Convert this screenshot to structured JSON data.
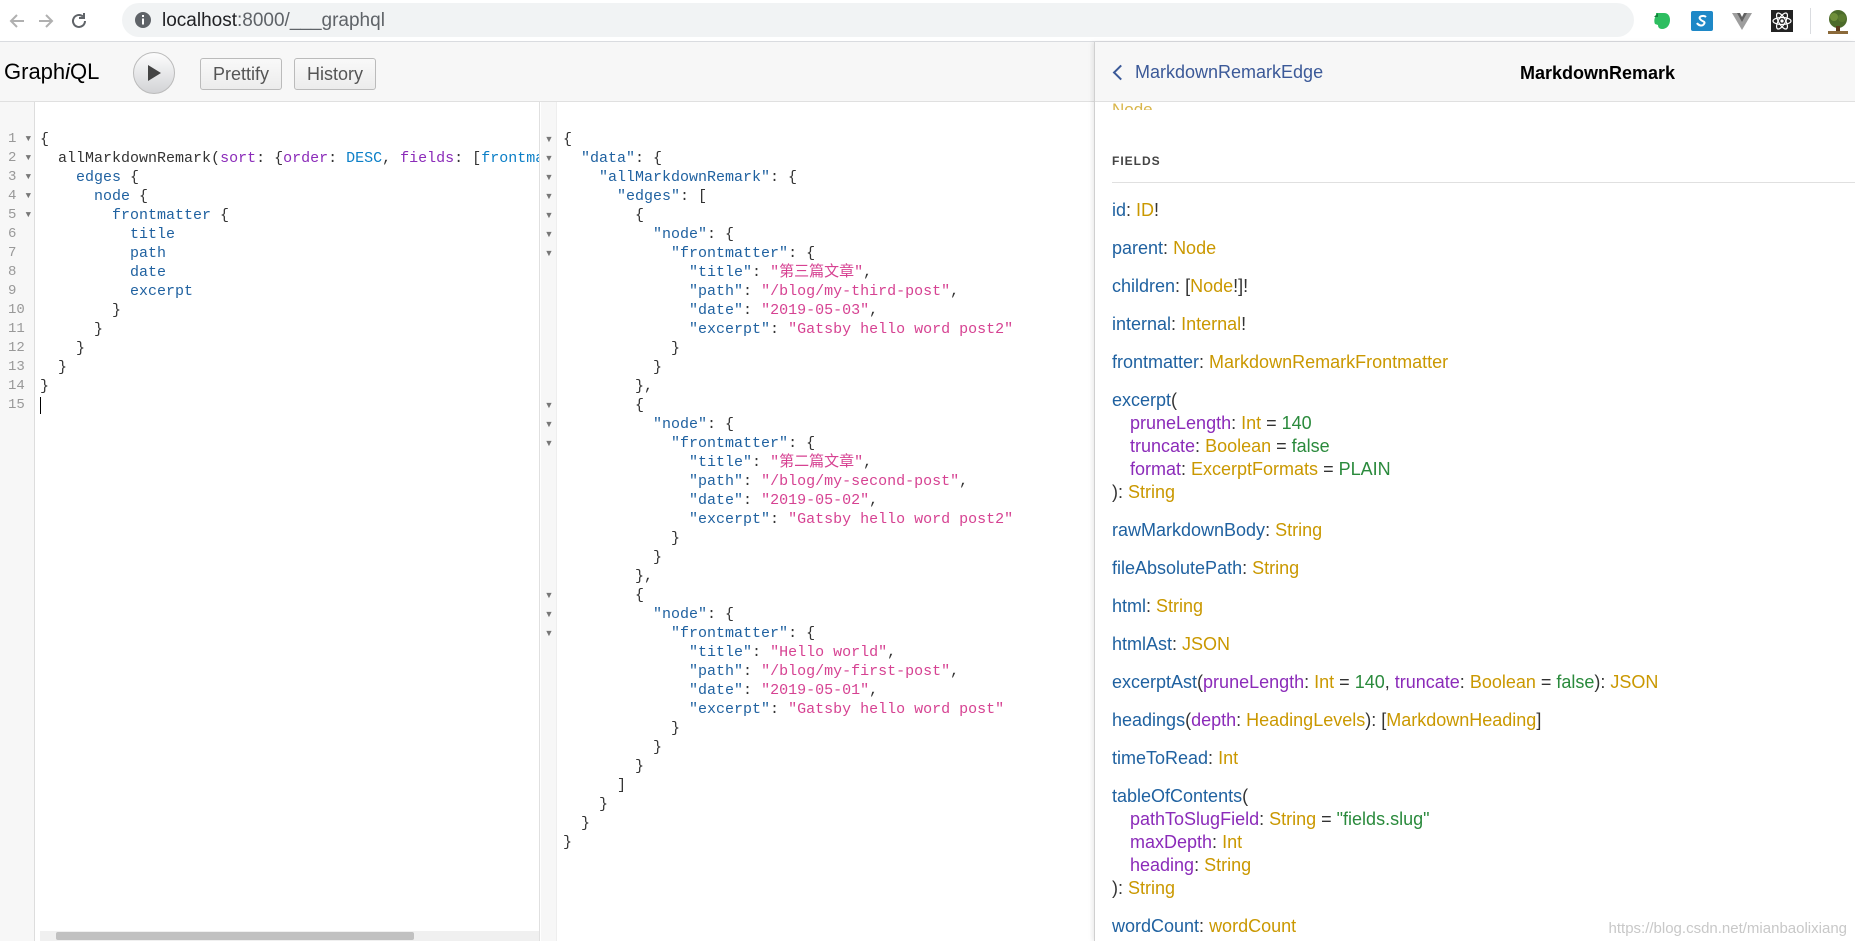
{
  "browser": {
    "url_host": "localhost",
    "url_rest": ":8000/___graphql",
    "icons": [
      "back-icon",
      "forward-icon",
      "reload-icon",
      "info-icon",
      "evernote-icon",
      "s-extension-icon",
      "vue-devtools-icon",
      "react-devtools-icon",
      "avatar-icon"
    ]
  },
  "toolbar": {
    "title_prefix": "Graph",
    "title_italic": "i",
    "title_suffix": "QL",
    "prettify_label": "Prettify",
    "history_label": "History"
  },
  "query_lines": [
    "{",
    "  allMarkdownRemark(sort: {order: DESC, fields: [frontma",
    "    edges {",
    "      node {",
    "        frontmatter {",
    "          title",
    "          path",
    "          date",
    "          excerpt",
    "        }",
    "      }",
    "    }",
    "  }",
    "}",
    ""
  ],
  "result_lines": [
    "{",
    "  \"data\": {",
    "    \"allMarkdownRemark\": {",
    "      \"edges\": [",
    "        {",
    "          \"node\": {",
    "            \"frontmatter\": {",
    "              \"title\": \"第三篇文章\",",
    "              \"path\": \"/blog/my-third-post\",",
    "              \"date\": \"2019-05-03\",",
    "              \"excerpt\": \"Gatsby hello word post2\"",
    "            }",
    "          }",
    "        },",
    "        {",
    "          \"node\": {",
    "            \"frontmatter\": {",
    "              \"title\": \"第二篇文章\",",
    "              \"path\": \"/blog/my-second-post\",",
    "              \"date\": \"2019-05-02\",",
    "              \"excerpt\": \"Gatsby hello word post2\"",
    "            }",
    "          }",
    "        },",
    "        {",
    "          \"node\": {",
    "            \"frontmatter\": {",
    "              \"title\": \"Hello world\",",
    "              \"path\": \"/blog/my-first-post\",",
    "              \"date\": \"2019-05-01\",",
    "              \"excerpt\": \"Gatsby hello word post\"",
    "            }",
    "          }",
    "        }",
    "      ]",
    "    }",
    "  }",
    "}"
  ],
  "docs": {
    "back_label": "MarkdownRemarkEdge",
    "title": "MarkdownRemark",
    "cut_off_text": "Node",
    "fields_heading": "FIELDS",
    "fields": [
      {
        "name": "id",
        "type_pre": "",
        "type": "ID",
        "type_post": "!"
      },
      {
        "name": "parent",
        "type_pre": "",
        "type": "Node",
        "type_post": ""
      },
      {
        "name": "children",
        "type_pre": "[",
        "type": "Node",
        "type_post": "!]!"
      },
      {
        "name": "internal",
        "type_pre": "",
        "type": "Internal",
        "type_post": "!"
      },
      {
        "name": "frontmatter",
        "type_pre": "",
        "type": "MarkdownRemarkFrontmatter",
        "type_post": ""
      }
    ],
    "excerpt": {
      "name": "excerpt",
      "args": [
        {
          "name": "pruneLength",
          "type": "Int",
          "default": "140"
        },
        {
          "name": "truncate",
          "type": "Boolean",
          "default": "false"
        },
        {
          "name": "format",
          "type": "ExcerptFormats",
          "default": "PLAIN"
        }
      ],
      "return_type": "String"
    },
    "fields2": [
      {
        "name": "rawMarkdownBody",
        "type": "String"
      },
      {
        "name": "fileAbsolutePath",
        "type": "String"
      },
      {
        "name": "html",
        "type": "String"
      },
      {
        "name": "htmlAst",
        "type": "JSON"
      }
    ],
    "excerptAst": {
      "name": "excerptAst",
      "arg1_name": "pruneLength",
      "arg1_type": "Int",
      "arg1_default": "140",
      "arg2_name": "truncate",
      "arg2_type": "Boolean",
      "arg2_default": "false",
      "return_type": "JSON"
    },
    "headings": {
      "name": "headings",
      "arg_name": "depth",
      "arg_type": "HeadingLevels",
      "return_type": "MarkdownHeading"
    },
    "timeToRead": {
      "name": "timeToRead",
      "type": "Int"
    },
    "tableOfContents": {
      "name": "tableOfContents",
      "args": [
        {
          "name": "pathToSlugField",
          "type": "String",
          "default": "\"fields.slug\""
        },
        {
          "name": "maxDepth",
          "type": "Int",
          "default": ""
        },
        {
          "name": "heading",
          "type": "String",
          "default": ""
        }
      ],
      "return_type": "String"
    },
    "wordCount": {
      "name": "wordCount",
      "type": "wordCount"
    }
  },
  "watermark": "https://blog.csdn.net/mianbaolixiang"
}
